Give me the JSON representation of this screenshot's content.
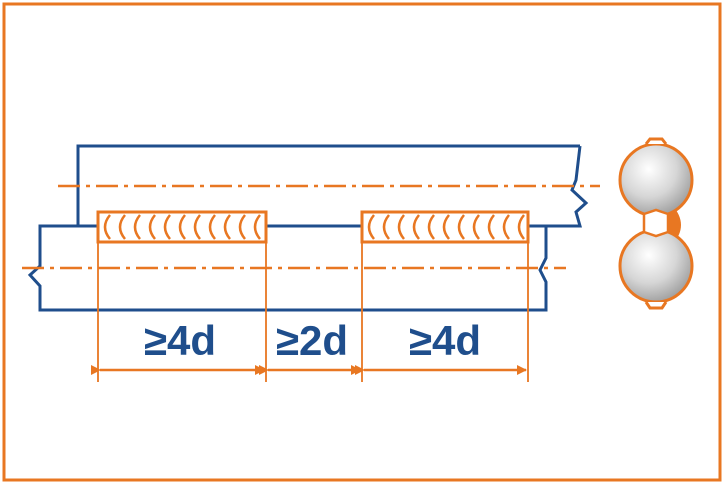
{
  "colors": {
    "frame": "#e87722",
    "steel": "#1f4e8c",
    "weld": "#e87722",
    "centerline": "#e87722",
    "bar_fill": "#cfcfcf"
  },
  "dimensions": [
    {
      "label": "≥4d"
    },
    {
      "label": "≥2d"
    },
    {
      "label": "≥4d"
    }
  ]
}
